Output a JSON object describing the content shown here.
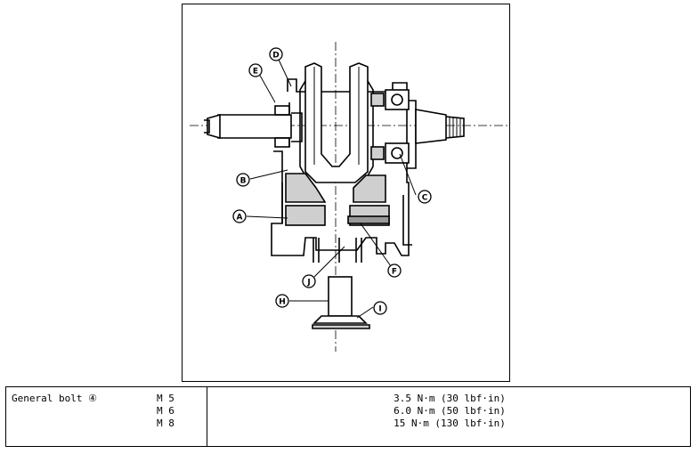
{
  "figure": {
    "callouts": [
      {
        "id": "D",
        "letter": "D"
      },
      {
        "id": "E",
        "letter": "E"
      },
      {
        "id": "B",
        "letter": "B"
      },
      {
        "id": "C",
        "letter": "C"
      },
      {
        "id": "A",
        "letter": "A"
      },
      {
        "id": "J",
        "letter": "J"
      },
      {
        "id": "F",
        "letter": "F"
      },
      {
        "id": "H",
        "letter": "H"
      },
      {
        "id": "I",
        "letter": "I"
      }
    ]
  },
  "torque_table": {
    "item_label": "General bolt ④",
    "rows": [
      {
        "size": "M 5",
        "torque": "3.5 N·m (30 lbf·in)"
      },
      {
        "size": "M 6",
        "torque": "6.0 N·m (50 lbf·in)"
      },
      {
        "size": "M 8",
        "torque": "15 N·m (130 lbf·in)"
      }
    ]
  }
}
